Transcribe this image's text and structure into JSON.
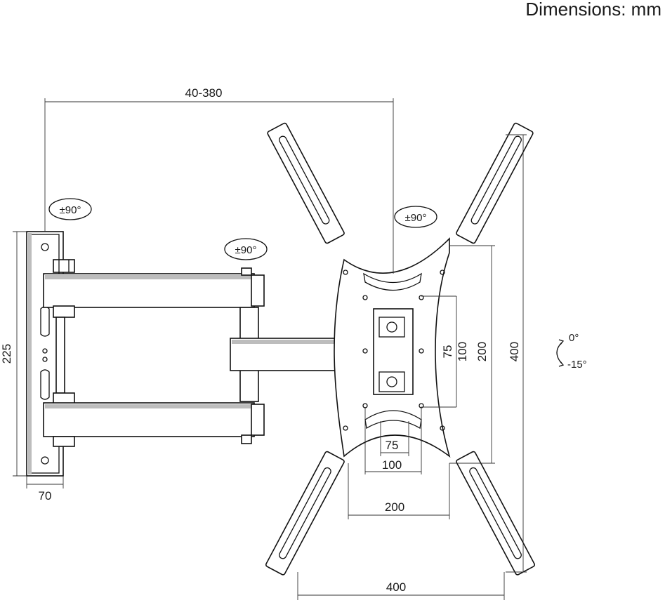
{
  "header": {
    "units_label": "Dimensions: mm"
  },
  "dimensions": {
    "arm_extension": "40-380",
    "wall_plate_height": "225",
    "wall_plate_depth": "70",
    "vesa_h_75": "75",
    "vesa_h_100": "100",
    "vesa_h_200": "200",
    "vesa_h_400": "400",
    "vesa_v_75": "75",
    "vesa_v_100": "100",
    "vesa_v_200": "200",
    "vesa_v_400": "400"
  },
  "rotation": {
    "wall_swivel": "±90°",
    "arm_swivel": "±90°",
    "head_swivel": "±90°",
    "tilt_up": "0°",
    "tilt_down": "-15°"
  }
}
